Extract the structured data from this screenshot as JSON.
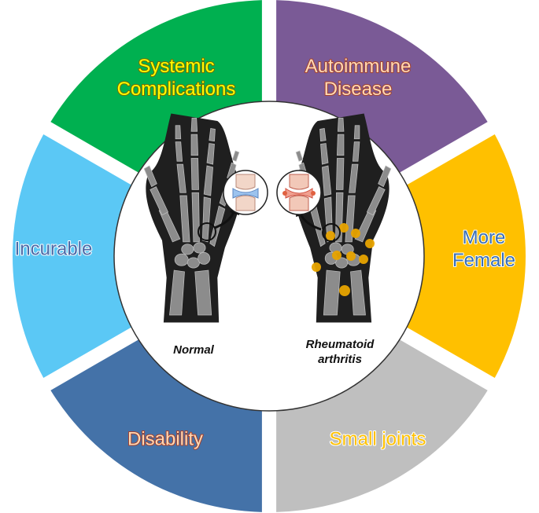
{
  "segments": [
    {
      "lines": [
        "Systemic",
        "Complications"
      ],
      "fill": "#00b050",
      "text_color": "#ffff00",
      "outline": "#7a6a00"
    },
    {
      "lines": [
        "Autoimmune",
        "Disease"
      ],
      "fill": "#7a5a96",
      "text_color": "#ffd9b3",
      "outline": "#a04030"
    },
    {
      "lines": [
        "More",
        "Female"
      ],
      "fill": "#ffc000",
      "text_color": "#3a6fb5",
      "outline": "#ffffff"
    },
    {
      "lines": [
        "Small joints"
      ],
      "fill": "#bfbfbf",
      "text_color": "#ffc000",
      "outline": "#ffffff"
    },
    {
      "lines": [
        "Disability"
      ],
      "fill": "#4472a8",
      "text_color": "#ffd9b3",
      "outline": "#a04030"
    },
    {
      "lines": [
        "Incurable"
      ],
      "fill": "#5bc8f5",
      "text_color": "#4a6aa8",
      "outline": "#ffffff"
    }
  ],
  "center": {
    "normal_label": "Normal",
    "ra_label_lines": [
      "Rheumatoid",
      "arthritis"
    ]
  },
  "colors": {
    "bone": "#7f7f7f",
    "bone_dark": "#3f3f3f",
    "inflammation": "#e8a400",
    "cartilage_normal": "#9cc3ee",
    "cartilage_ra": "#f0a090"
  }
}
